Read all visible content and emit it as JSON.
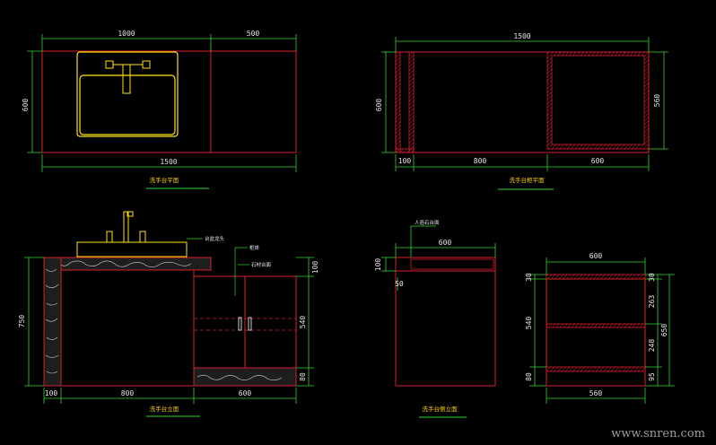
{
  "colors": {
    "background": "#000000",
    "outline_red": "#d8202a",
    "dimension_green": "#2fd62f",
    "fixture_yellow": "#ffe21a",
    "text_white": "#e6e6e6",
    "title_yellow": "#ffd400"
  },
  "plan": {
    "title": "洗手台平面",
    "dims": {
      "top_left": "1000",
      "top_right": "500",
      "left": "600",
      "bottom": "1500"
    }
  },
  "cabinet_plan": {
    "title": "洗手台柜平面",
    "dims": {
      "top": "1500",
      "left": "600",
      "right": "560",
      "b1": "100",
      "b2": "800",
      "b3": "600"
    }
  },
  "front": {
    "title": "洗手台立面",
    "notes": {
      "n1": "台盆龙头",
      "n2": "柜体",
      "n3": "石材台面"
    },
    "dims": {
      "left": "750",
      "r1": "100",
      "r2": "540",
      "r3": "80",
      "b1": "100",
      "b2": "800",
      "b3": "600"
    }
  },
  "side": {
    "title": "洗手台侧立面",
    "note": "人造石台面",
    "dims": {
      "top": "600",
      "l1": "100",
      "l2": "50"
    }
  },
  "cabinet_section": {
    "dims": {
      "top": "600",
      "bottom": "560",
      "left_total": "540",
      "left_top": "30",
      "left_bottom": "80",
      "r1": "30",
      "r2": "263",
      "r3": "248",
      "r4": "95",
      "r_total": "650"
    }
  },
  "watermark": "www.snren.com"
}
